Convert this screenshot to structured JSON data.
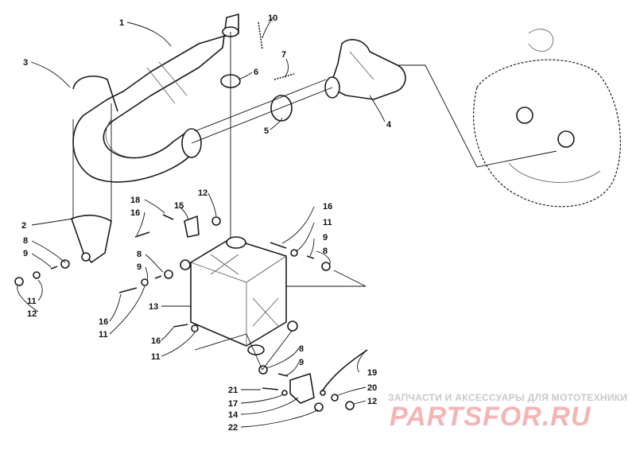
{
  "callouts": [
    "1",
    "2",
    "3",
    "4",
    "5",
    "6",
    "7",
    "8",
    "9",
    "10",
    "11",
    "12",
    "13",
    "14",
    "15",
    "16",
    "17",
    "18",
    "19",
    "20",
    "21",
    "22"
  ],
  "watermark": {
    "caption": "ЗАПЧАСТИ И АКСЕССУАРЫ ДЛЯ МОТОТЕХНИКИ",
    "brand": "PARTSFOR.RU"
  }
}
